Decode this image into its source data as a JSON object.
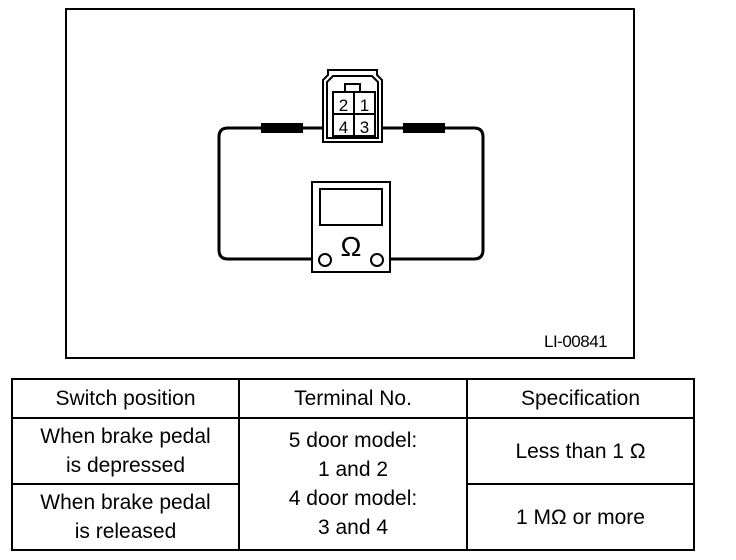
{
  "figure": {
    "label": "LI-00841",
    "connector_terminals": [
      "2",
      "1",
      "4",
      "3"
    ],
    "meter_symbol": "Ω",
    "meter_icon": "ohmmeter-icon"
  },
  "table": {
    "headers": [
      "Switch position",
      "Terminal No.",
      "Specification"
    ],
    "rows": [
      {
        "switch_position": [
          "When brake pedal",
          "is depressed"
        ],
        "specification": "Less than 1 Ω"
      },
      {
        "switch_position": [
          "When brake pedal",
          "is released"
        ],
        "specification": "1 MΩ or more"
      }
    ],
    "terminal_no": [
      "5 door model:",
      "1 and 2",
      "4 door model:",
      "3 and 4"
    ]
  }
}
